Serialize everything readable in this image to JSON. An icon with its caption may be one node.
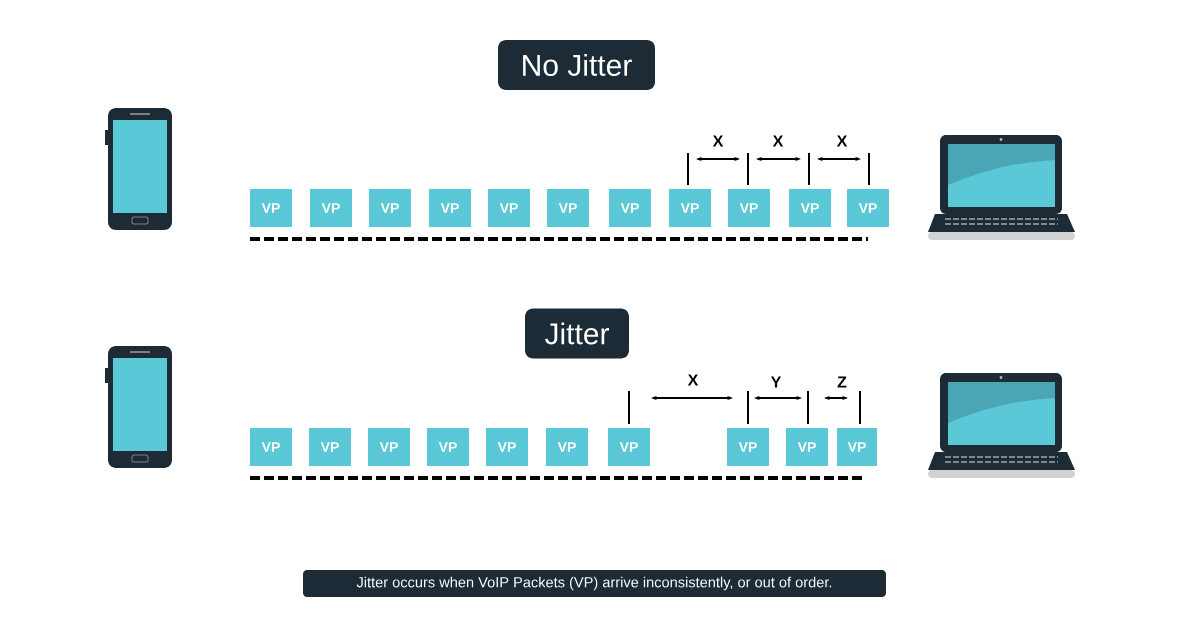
{
  "diagram": {
    "caption": "Jitter occurs when VoIP Packets (VP) arrive inconsistently, or out of order.",
    "nodes": [
      {
        "text": [
          "No Jitter"
        ]
      },
      {
        "text": [
          "VP"
        ]
      },
      {
        "text": [
          "VP"
        ]
      },
      {
        "text": [
          "VP"
        ]
      },
      {
        "text": [
          "VP"
        ]
      },
      {
        "text": [
          "VP"
        ]
      },
      {
        "text": [
          "VP"
        ]
      },
      {
        "text": [
          "VP"
        ]
      },
      {
        "text": [
          "VP"
        ]
      },
      {
        "text": [
          "VP"
        ]
      },
      {
        "text": [
          "VP"
        ]
      },
      {
        "text": [
          "VP"
        ]
      },
      {
        "text": [
          "Jitter"
        ]
      },
      {
        "text": [
          "VP"
        ]
      },
      {
        "text": [
          "VP"
        ]
      },
      {
        "text": [
          "VP"
        ]
      },
      {
        "text": [
          "VP"
        ]
      },
      {
        "text": [
          "VP"
        ]
      },
      {
        "text": [
          "VP"
        ]
      },
      {
        "text": [
          "VP"
        ]
      },
      {
        "text": [
          "VP"
        ]
      },
      {
        "text": [
          "VP"
        ]
      },
      {
        "text": [
          "VP"
        ]
      }
    ],
    "labels": [
      "X",
      "X",
      "X",
      "X",
      "Y",
      "Z"
    ]
  }
}
